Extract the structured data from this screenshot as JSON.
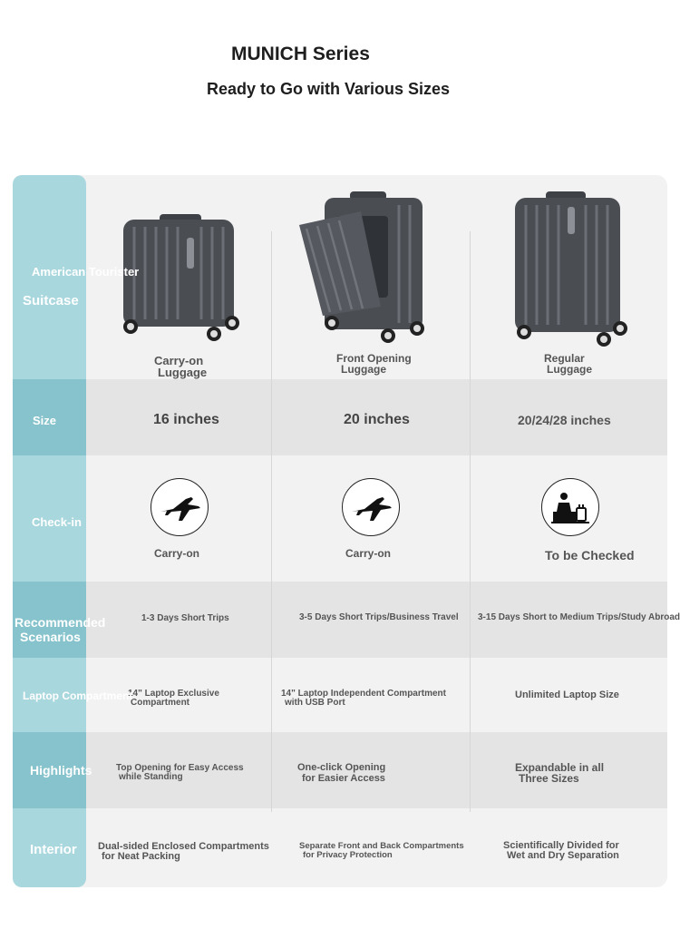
{
  "header": {
    "title": "MUNICH Series",
    "subtitle": "Ready to Go with Various Sizes"
  },
  "row_labels": {
    "suitcase_brand": "American Tourister",
    "suitcase": "Suitcase",
    "size": "Size",
    "checkin": "Check-in",
    "scenario_1": "Recommended",
    "scenario_2": "Scenarios",
    "laptop": "Laptop Compartment",
    "highlights": "Highlights",
    "interior": "Interior"
  },
  "columns": [
    {
      "name_1": "Carry-on",
      "name_2": "Luggage",
      "size": "16 inches",
      "checkin": "Carry-on",
      "checkin_icon": "airplane-icon",
      "scenario": "1-3 Days Short Trips",
      "laptop_1": "14\" Laptop Exclusive",
      "laptop_2": "Compartment",
      "highlight_1": "Top Opening for Easy Access",
      "highlight_2": "while Standing",
      "interior_1": "Dual-sided Enclosed Compartments",
      "interior_2": "for Neat Packing"
    },
    {
      "name_1": "Front Opening",
      "name_2": "Luggage",
      "size": "20 inches",
      "checkin": "Carry-on",
      "checkin_icon": "airplane-icon",
      "scenario": "3-5 Days Short Trips/Business Travel",
      "laptop_1": "14\" Laptop Independent Compartment",
      "laptop_2": "with USB Port",
      "highlight_1": "One-click Opening",
      "highlight_2": "for Easier Access",
      "interior_1": "Separate Front and Back Compartments",
      "interior_2": "for Privacy Protection"
    },
    {
      "name_1": "Regular",
      "name_2": "Luggage",
      "size": "20/24/28 inches",
      "checkin": "To be Checked",
      "checkin_icon": "checkin-counter-icon",
      "scenario": "3-15 Days Short to Medium Trips/Study Abroad",
      "laptop_1": "Unlimited Laptop Size",
      "highlight_1": "Expandable in all",
      "highlight_2": "Three Sizes",
      "interior_1": "Scientifically Divided for",
      "interior_2": "Wet and Dry Separation"
    }
  ],
  "colors": {
    "sidebar": "#a9d7de",
    "sidebar_band": "#86c3cc",
    "table_bg": "#f2f2f2",
    "band": "#e4e4e4",
    "suitcase": "#4a4d52"
  }
}
